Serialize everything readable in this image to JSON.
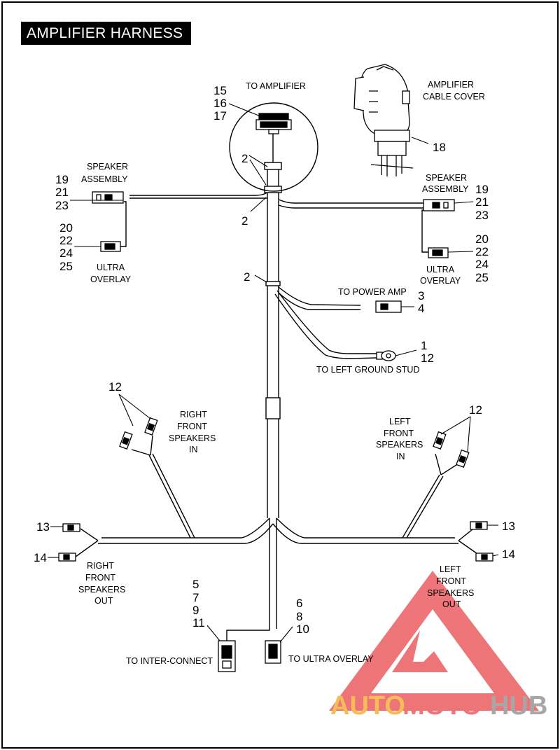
{
  "title": "AMPLIFIER HARNESS",
  "labels": {
    "to_amplifier": "TO AMPLIFIER",
    "amplifier_cable_cover_1": "AMPLIFIER",
    "amplifier_cable_cover_2": "CABLE COVER",
    "speaker_assembly_left_1": "SPEAKER",
    "speaker_assembly_left_2": "ASSEMBLY",
    "speaker_assembly_right_1": "SPEAKER",
    "speaker_assembly_right_2": "ASSEMBLY",
    "ultra_overlay_left_1": "ULTRA",
    "ultra_overlay_left_2": "OVERLAY",
    "ultra_overlay_right_1": "ULTRA",
    "ultra_overlay_right_2": "OVERLAY",
    "to_power_amp": "TO POWER AMP",
    "to_left_ground_stud": "TO LEFT GROUND STUD",
    "right_front_in_1": "RIGHT",
    "right_front_in_2": "FRONT",
    "right_front_in_3": "SPEAKERS",
    "right_front_in_4": "IN",
    "left_front_in_1": "LEFT",
    "left_front_in_2": "FRONT",
    "left_front_in_3": "SPEAKERS",
    "left_front_in_4": "IN",
    "right_front_out_1": "RIGHT",
    "right_front_out_2": "FRONT",
    "right_front_out_3": "SPEAKERS",
    "right_front_out_4": "OUT",
    "left_front_out_1": "LEFT",
    "left_front_out_2": "FRONT",
    "left_front_out_3": "SPEAKERS",
    "left_front_out_4": "OUT",
    "to_inter_connect": "TO INTER-CONNECT",
    "to_ultra_overlay": "TO ULTRA OVERLAY"
  },
  "callouts": {
    "n15": "15",
    "n16": "16",
    "n17": "17",
    "n18": "18",
    "n2_top": "2",
    "n2_mid": "2",
    "n2_lower": "2",
    "n19_l": "19",
    "n21_l": "21",
    "n23_l": "23",
    "n20_l": "20",
    "n22_l": "22",
    "n24_l": "24",
    "n25_l": "25",
    "n19_r": "19",
    "n21_r": "21",
    "n23_r": "23",
    "n20_r": "20",
    "n22_r": "22",
    "n24_r": "24",
    "n25_r": "25",
    "n3": "3",
    "n4": "4",
    "n1": "1",
    "n12_ground": "12",
    "n12_right": "12",
    "n12_left": "12",
    "n13_l": "13",
    "n14_l": "14",
    "n13_r": "13",
    "n14_r": "14",
    "n5": "5",
    "n7": "7",
    "n9": "9",
    "n11": "11",
    "n6": "6",
    "n8": "8",
    "n10": "10"
  },
  "watermark": {
    "auto": "AUTO",
    "moto": "MOTO",
    "hub": "HUB",
    "colors": {
      "triangle": "#e8474c",
      "auto": "#f5a623",
      "moto": "#e8474c",
      "hub": "#8a8a8a"
    }
  }
}
